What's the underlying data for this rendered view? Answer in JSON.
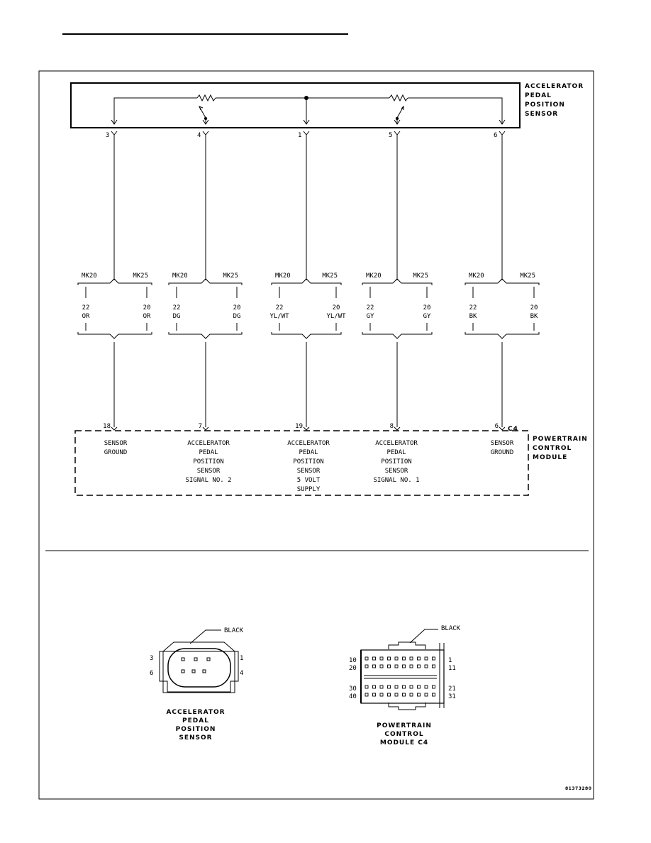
{
  "sensor_label": [
    "ACCELERATOR",
    "PEDAL",
    "POSITION",
    "SENSOR"
  ],
  "pcm_label": [
    "POWERTRAIN",
    "CONTROL",
    "MODULE"
  ],
  "pcm_connector": "C4",
  "circuits": [
    {
      "sensor_pin": "3",
      "left_code": "MK20",
      "right_code": "MK25",
      "left_gauge": "22",
      "left_color": "OR",
      "right_gauge": "20",
      "right_color": "OR",
      "pcm_pin": "18",
      "function": [
        "SENSOR",
        "GROUND"
      ]
    },
    {
      "sensor_pin": "4",
      "left_code": "MK20",
      "right_code": "MK25",
      "left_gauge": "22",
      "left_color": "DG",
      "right_gauge": "20",
      "right_color": "DG",
      "pcm_pin": "7",
      "function": [
        "ACCELERATOR",
        "PEDAL",
        "POSITION",
        "SENSOR",
        "SIGNAL NO. 2"
      ]
    },
    {
      "sensor_pin": "1",
      "left_code": "MK20",
      "right_code": "MK25",
      "left_gauge": "22",
      "left_color": "YL/WT",
      "right_gauge": "20",
      "right_color": "YL/WT",
      "pcm_pin": "19",
      "function": [
        "ACCELERATOR",
        "PEDAL",
        "POSITION",
        "SENSOR",
        "5 VOLT",
        "SUPPLY"
      ]
    },
    {
      "sensor_pin": "5",
      "left_code": "MK20",
      "right_code": "MK25",
      "left_gauge": "22",
      "left_color": "GY",
      "right_gauge": "20",
      "right_color": "GY",
      "pcm_pin": "8",
      "function": [
        "ACCELERATOR",
        "PEDAL",
        "POSITION",
        "SENSOR",
        "SIGNAL NO. 1"
      ]
    },
    {
      "sensor_pin": "6",
      "left_code": "MK20",
      "right_code": "MK25",
      "left_gauge": "22",
      "left_color": "BK",
      "right_gauge": "20",
      "right_color": "BK",
      "pcm_pin": "6",
      "function": [
        "SENSOR",
        "GROUND"
      ]
    }
  ],
  "connector_views": {
    "sensor": {
      "color": "BLACK",
      "pins": [
        "3",
        "1",
        "6",
        "4"
      ],
      "title": [
        "ACCELERATOR",
        "PEDAL",
        "POSITION",
        "SENSOR"
      ]
    },
    "pcm": {
      "color": "BLACK",
      "pins_left": [
        "10",
        "20",
        "30",
        "40"
      ],
      "pins_right": [
        "1",
        "11",
        "21",
        "31"
      ],
      "title": [
        "POWERTRAIN",
        "CONTROL",
        "MODULE C4"
      ]
    }
  },
  "figure_id": "81373280"
}
